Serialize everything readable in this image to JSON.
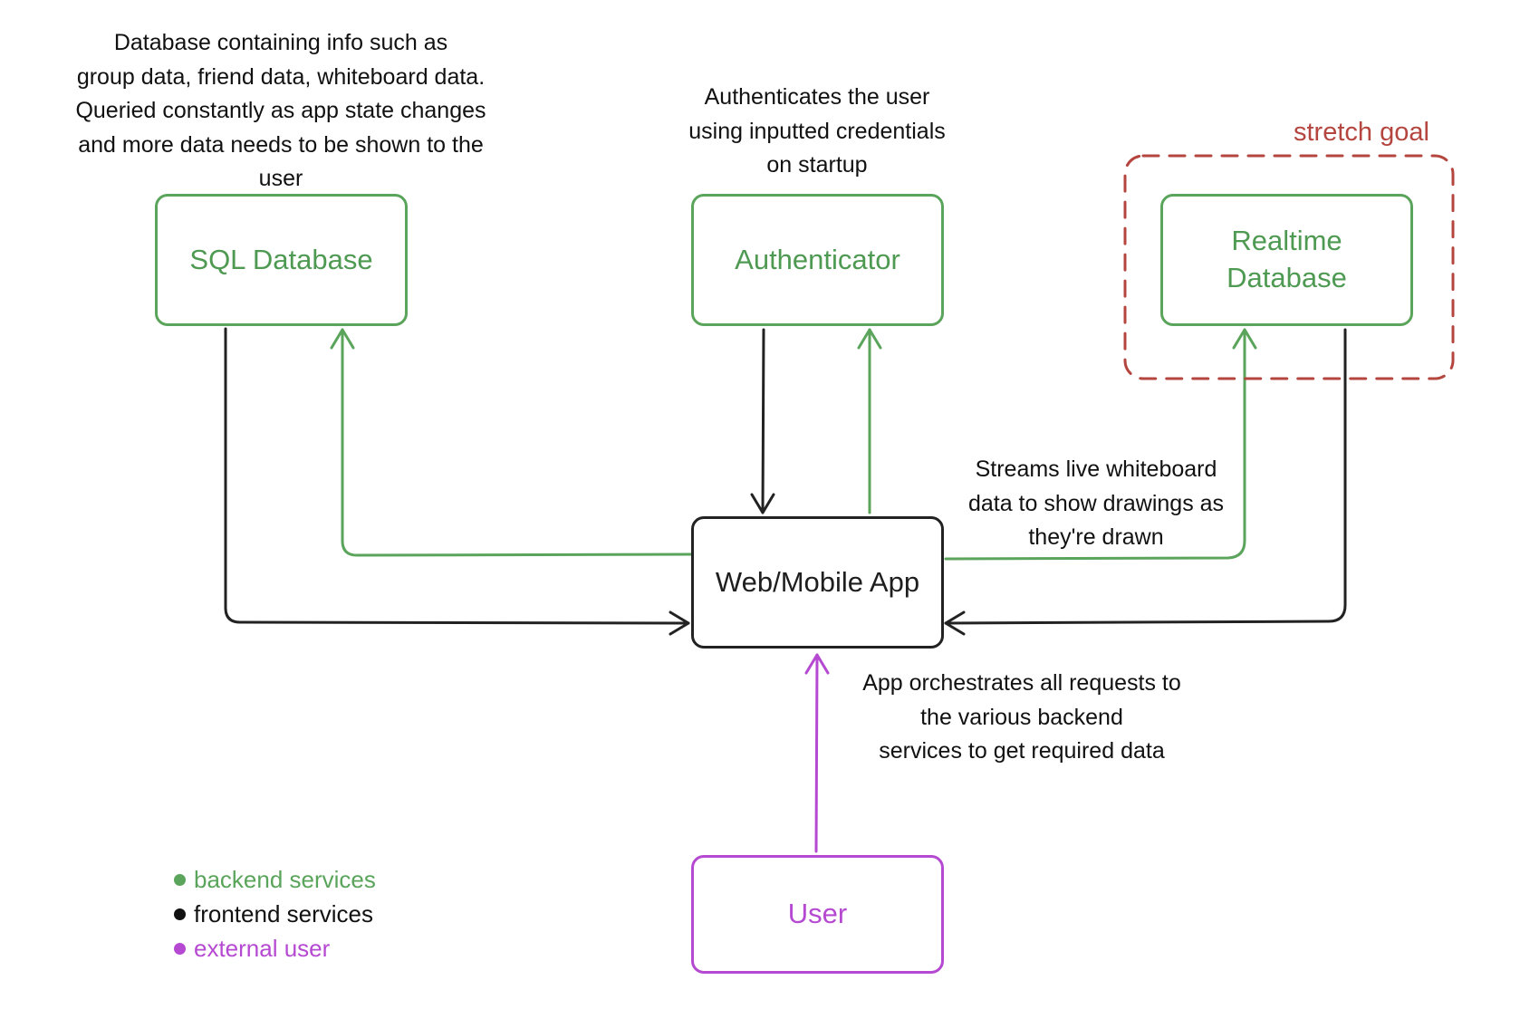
{
  "nodes": {
    "sql_database": {
      "label": "SQL Database",
      "kind": "backend"
    },
    "authenticator": {
      "label": "Authenticator",
      "kind": "backend"
    },
    "realtime_database": {
      "label_line1": "Realtime",
      "label_line2": "Database",
      "kind": "backend"
    },
    "web_mobile_app": {
      "label": "Web/Mobile App",
      "kind": "frontend"
    },
    "user": {
      "label": "User",
      "kind": "external"
    }
  },
  "annotations": {
    "sql_database": [
      "Database containing info such as",
      "group data, friend data, whiteboard data.",
      "Queried constantly as app state changes",
      "and more data needs to be shown to the",
      "user"
    ],
    "authenticator": [
      "Authenticates the user",
      "using inputted credentials",
      "on startup"
    ],
    "realtime_stream": [
      "Streams live whiteboard",
      "data to show drawings as",
      "they're drawn"
    ],
    "app": [
      "App orchestrates all requests to",
      "the various backend",
      "services to get required data"
    ]
  },
  "stretch_goal": {
    "label": "stretch goal",
    "contains": "realtime_database"
  },
  "edges": [
    {
      "from": "web_mobile_app",
      "to": "sql_database",
      "kind": "backend"
    },
    {
      "from": "sql_database",
      "to": "web_mobile_app",
      "kind": "frontend"
    },
    {
      "from": "authenticator",
      "to": "web_mobile_app",
      "kind": "frontend"
    },
    {
      "from": "web_mobile_app",
      "to": "authenticator",
      "kind": "backend"
    },
    {
      "from": "web_mobile_app",
      "to": "realtime_database",
      "kind": "backend"
    },
    {
      "from": "realtime_database",
      "to": "web_mobile_app",
      "kind": "frontend"
    },
    {
      "from": "user",
      "to": "web_mobile_app",
      "kind": "external"
    }
  ],
  "legend": [
    {
      "label": "backend services",
      "color": "#5aa45b"
    },
    {
      "label": "frontend services",
      "color": "#111111"
    },
    {
      "label": "external user",
      "color": "#b549d1"
    }
  ],
  "colors": {
    "backend": "#5aa45b",
    "frontend": "#222222",
    "external": "#b549d1",
    "stretch_goal": "#b5463f"
  }
}
